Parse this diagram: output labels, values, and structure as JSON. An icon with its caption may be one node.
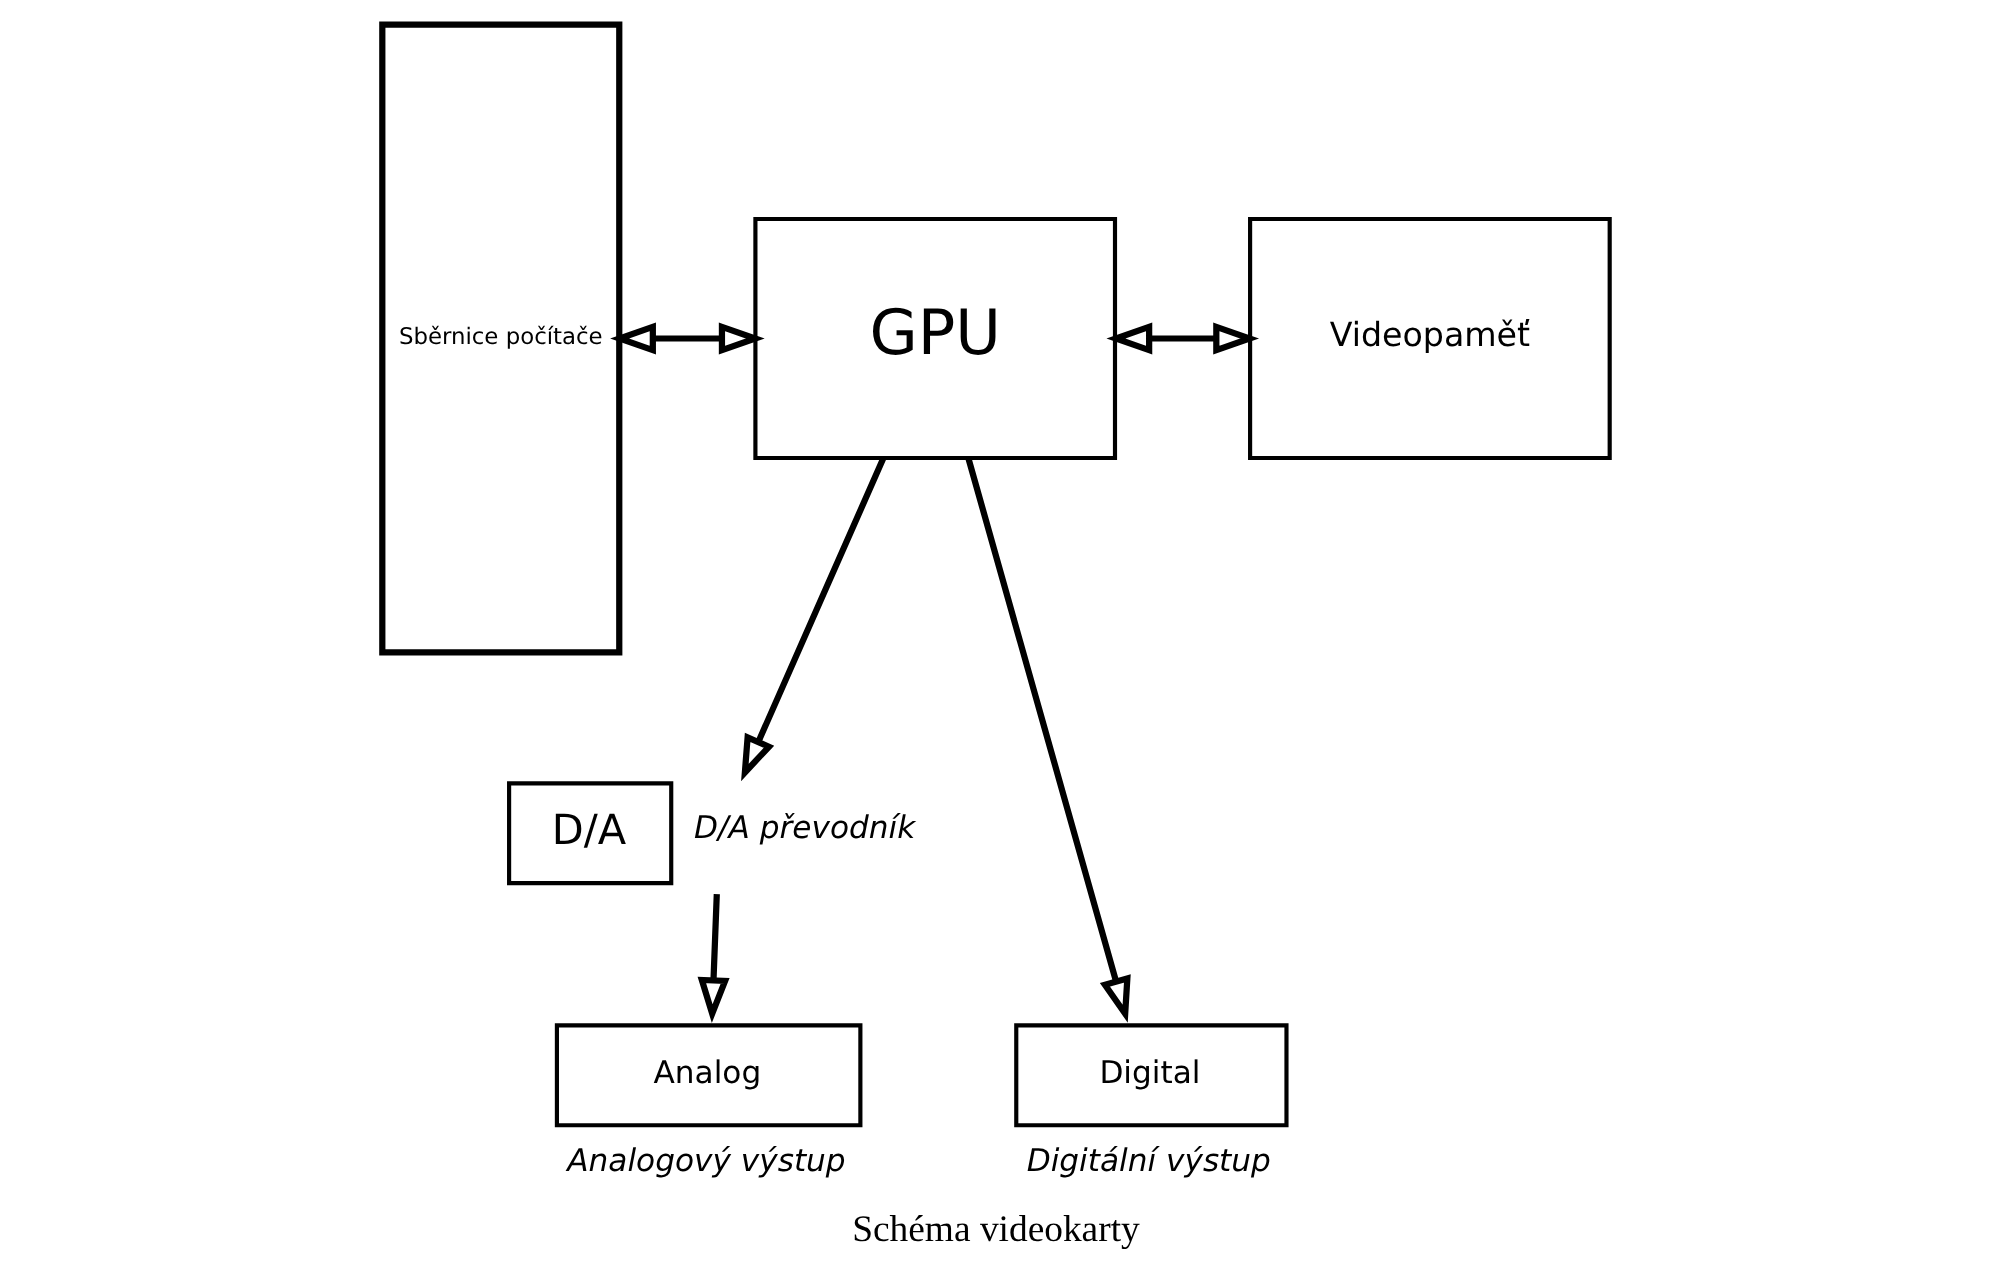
{
  "diagram": {
    "caption": "Schéma videokarty",
    "nodes": [
      {
        "text": [
          "Sběrnice počítače"
        ]
      },
      {
        "text": [
          "GPU"
        ]
      },
      {
        "text": [
          "Videopaměť"
        ]
      },
      {
        "text": [
          "D/A"
        ],
        "beside": [
          "D/A převodník"
        ]
      },
      {
        "text": [
          "Digital"
        ],
        "beside": [
          "Digitální výstup"
        ]
      },
      {
        "text": [
          "Analog"
        ],
        "beside": [
          "Analogový výstup"
        ]
      }
    ],
    "edges": [
      {
        "from": 0,
        "to": 1,
        "arrow": "both"
      },
      {
        "from": 1,
        "to": 2,
        "arrow": "both"
      },
      {
        "from": 1,
        "to": 3,
        "arrow": "to"
      },
      {
        "from": 1,
        "to": 4,
        "arrow": "to"
      },
      {
        "from": 3,
        "to": 5,
        "arrow": "to"
      }
    ]
  }
}
